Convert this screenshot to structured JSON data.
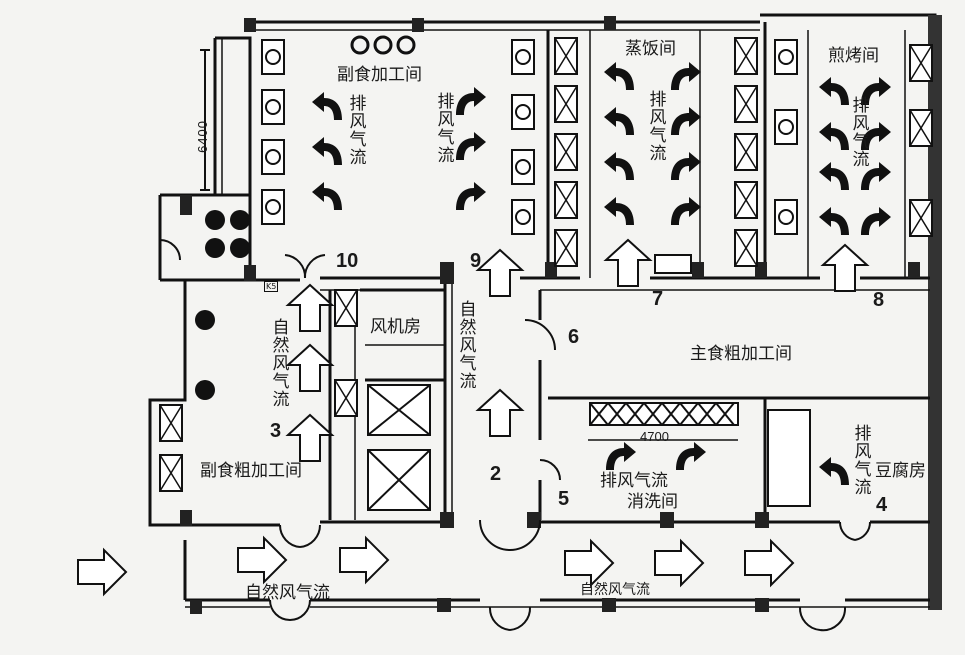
{
  "rooms": {
    "side_dish_processing": "副食加工间",
    "steamed_rice": "蒸饭间",
    "frying_baking": "煎烤间",
    "fan_room": "风机房",
    "staple_rough_processing": "主食粗加工间",
    "washing_room": "消洗间",
    "tofu_room": "豆腐房",
    "side_dish_rough_processing": "副食粗加工间"
  },
  "airflow": {
    "exhaust": "排风气流",
    "natural": "自然风气流"
  },
  "dimensions": {
    "left_height": "6400",
    "washing_hood": "4700",
    "tag_k5": "K5"
  },
  "door_numbers": [
    "2",
    "3",
    "4",
    "5",
    "6",
    "7",
    "8",
    "9",
    "10"
  ],
  "colors": {
    "line": "#1a1a1a",
    "background": "#f4f4f2"
  }
}
